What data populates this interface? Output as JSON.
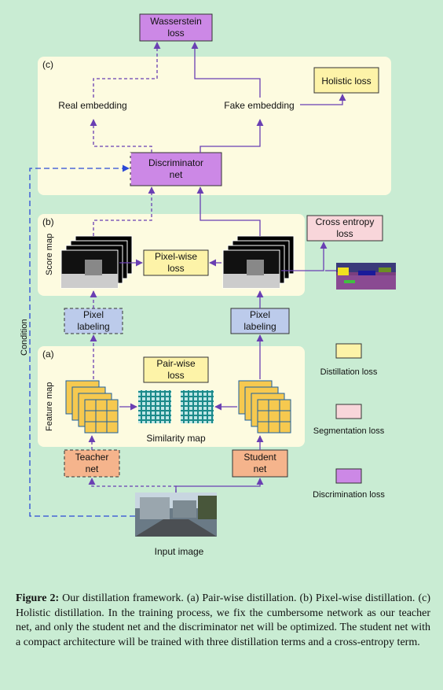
{
  "panels": {
    "c": {
      "tag": "(c)"
    },
    "b": {
      "tag": "(b)",
      "side_label": "Score map"
    },
    "a": {
      "tag": "(a)",
      "side_label": "Feature map"
    }
  },
  "nodes": {
    "wasserstein": [
      "Wasserstein",
      "loss"
    ],
    "holistic": "Holistic loss",
    "real_embedding": "Real embedding",
    "fake_embedding": "Fake embedding",
    "discriminator": [
      "Discriminator",
      "net"
    ],
    "cross_entropy": [
      "Cross entropy",
      "loss"
    ],
    "pixel_wise": [
      "Pixel-wise",
      "loss"
    ],
    "pixel_labeling_teacher": [
      "Pixel",
      "labeling"
    ],
    "pixel_labeling_student": [
      "Pixel",
      "labeling"
    ],
    "pair_wise": [
      "Pair-wise",
      "loss"
    ],
    "similarity_map": "Similarity map",
    "teacher": [
      "Teacher",
      "net"
    ],
    "student": [
      "Student",
      "net"
    ],
    "input_image": "Input image",
    "condition": "Condition"
  },
  "legend": [
    {
      "label": "Distillation loss",
      "color": "#fdf3a8"
    },
    {
      "label": "Segmentation loss",
      "color": "#f8d6da"
    },
    {
      "label": "Discrimination loss",
      "color": "#cc88e6"
    }
  ],
  "colors": {
    "background": "#c9ecd3",
    "panel": "#fdfbe0",
    "arrow": "#6a3fb3",
    "teacher_student": "#f5b48c",
    "pixel_labeling": "#bccbeb",
    "feature_cell": "#f6c94f",
    "similarity_cell": "#1b8a8a"
  },
  "caption": {
    "label": "Figure 2:",
    "text": "Our distillation framework. (a) Pair-wise distillation. (b) Pixel-wise distillation. (c) Holistic distillation. In the training process, we fix the cumbersome network as our teacher net, and only the student net and the discriminator net will be optimized. The student net with a compact architecture will be trained with three distillation terms and a cross-entropy term."
  }
}
